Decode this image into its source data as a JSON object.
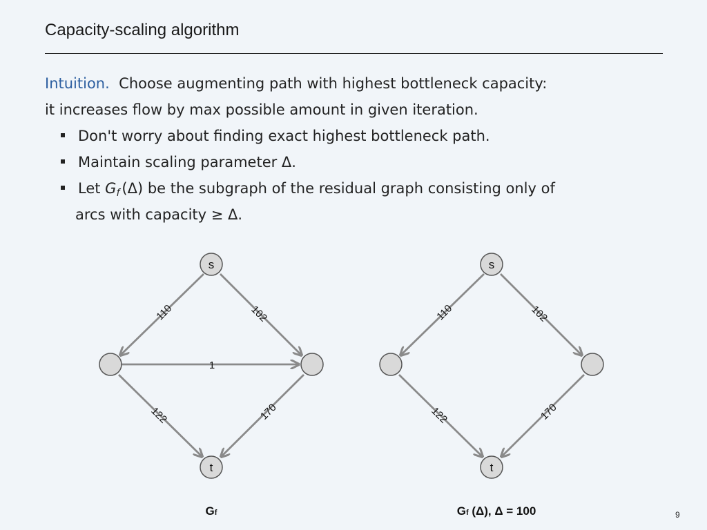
{
  "slide": {
    "title": "Capacity-scaling algorithm",
    "page_number": "9"
  },
  "body": {
    "intro_label": "Intuition.",
    "intro_rest": "Choose augmenting path with highest bottleneck capacity:",
    "line2": "it increases flow by max possible amount in given iteration.",
    "bullets": [
      "Don't worry about finding exact highest bottleneck path.",
      "Maintain scaling parameter Δ."
    ],
    "bullet3": {
      "prefix": "Let",
      "g": "G",
      "f": "f",
      "delta_paren": "(Δ)",
      "rest": "be the subgraph of the residual graph consisting only of",
      "continuation": "arcs with capacity ≥  Δ."
    }
  },
  "left_graph": {
    "node_s": "s",
    "node_t": "t",
    "cap_s_left": "110",
    "cap_s_right": "102",
    "cap_middle": "1",
    "cap_left_t": "122",
    "cap_right_t": "170",
    "caption_g": "G",
    "caption_f": "f"
  },
  "right_graph": {
    "node_s": "s",
    "node_t": "t",
    "cap_s_left": "110",
    "cap_s_right": "102",
    "cap_left_t": "122",
    "cap_right_t": "170",
    "caption_g": "G",
    "caption_f": "f",
    "caption_rest": " (Δ),  Δ = 100"
  },
  "colors": {
    "background": "#f1f5f9",
    "accent": "#2d5fa0",
    "edge": "#8a8a8a",
    "node_fill": "#d9d9d9"
  }
}
